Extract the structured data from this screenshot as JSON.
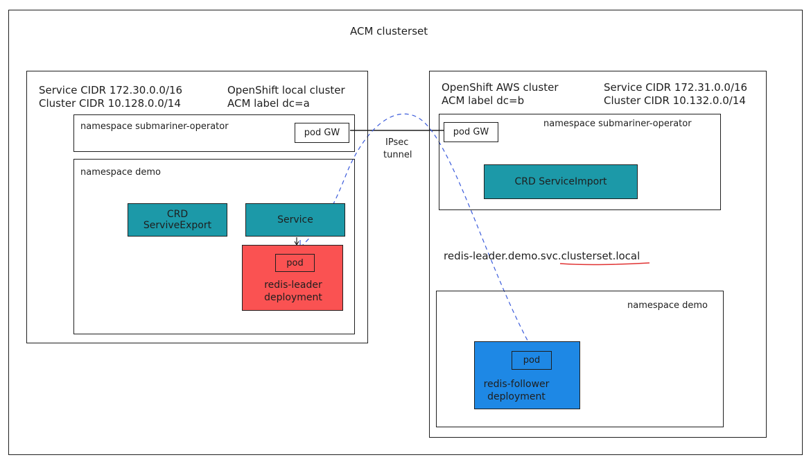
{
  "clusterset": {
    "title": "ACM clusterset"
  },
  "local_cluster": {
    "service_cidr": "Service CIDR 172.30.0.0/16",
    "cluster_cidr": "Cluster CIDR 10.128.0.0/14",
    "name": "OpenShift local cluster",
    "acm_label": "ACM label dc=a",
    "ns_operator": {
      "label": "namespace submariner-operator",
      "pod_gw": "pod GW"
    },
    "ns_demo": {
      "label": "namespace demo",
      "crd_export": [
        "CRD",
        "ServiveExport"
      ],
      "service": "Service",
      "pod": "pod",
      "deployment": [
        "redis-leader",
        "deployment"
      ]
    }
  },
  "aws_cluster": {
    "name": "OpenShift AWS cluster",
    "acm_label": "ACM label dc=b",
    "service_cidr": "Service CIDR 172.31.0.0/16",
    "cluster_cidr": "Cluster CIDR 10.132.0.0/14",
    "ns_operator": {
      "label": "namespace submariner-operator",
      "pod_gw": "pod GW",
      "crd_import": "CRD ServiceImport"
    },
    "dns_name": "redis-leader.demo.svc.clusterset.local",
    "ns_demo": {
      "label": "namespace demo",
      "pod": "pod",
      "deployment": [
        "redis-follower",
        "deployment"
      ]
    }
  },
  "tunnel": {
    "label": [
      "IPsec",
      "tunnel"
    ]
  },
  "colors": {
    "teal": "#1c99a8",
    "red": "#fa5252",
    "blue": "#1e88e5",
    "dashed_line": "#3b5bdb",
    "underline": "#e03131"
  }
}
